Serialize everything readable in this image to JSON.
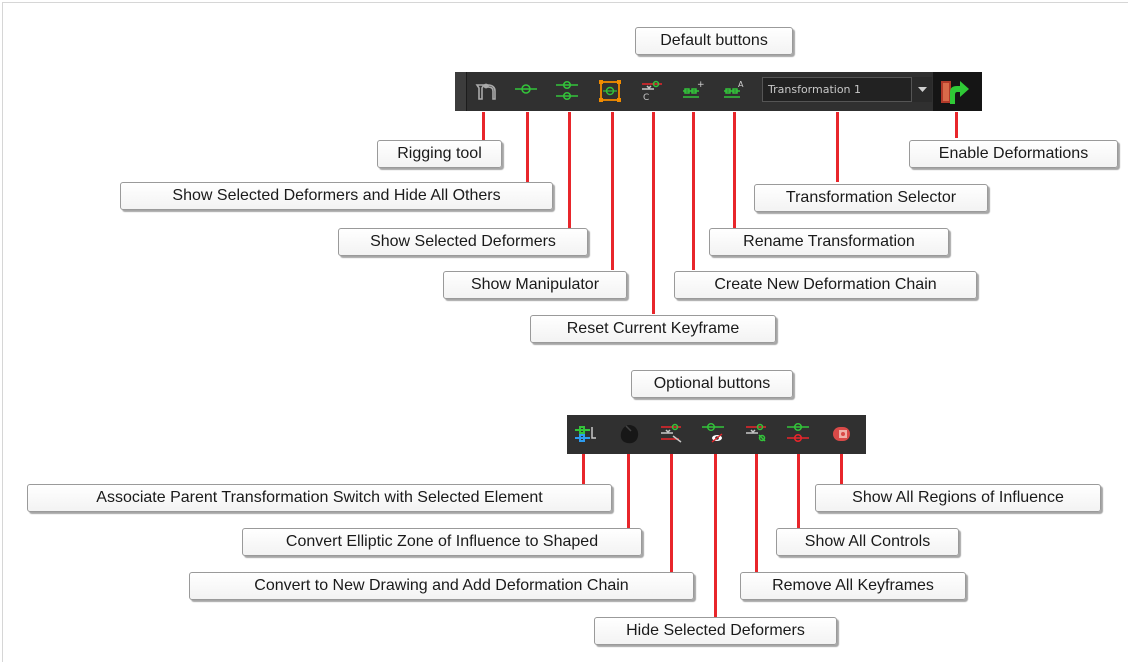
{
  "default_section": {
    "heading": "Default buttons",
    "dropdown": {
      "value": "Transformation 1"
    },
    "callouts": {
      "rigging_tool": "Rigging tool",
      "show_selected_hide_others": "Show Selected Deformers and Hide All Others",
      "show_selected": "Show Selected Deformers",
      "show_manipulator": "Show Manipulator",
      "reset_keyframe": "Reset Current Keyframe",
      "create_chain": "Create New Deformation Chain",
      "rename_transformation": "Rename Transformation",
      "transformation_selector": "Transformation Selector",
      "enable_deformations": "Enable Deformations"
    },
    "icons": [
      "rigging-tool-icon",
      "show-selected-hide-others-icon",
      "show-selected-deformers-icon",
      "show-manipulator-icon",
      "reset-current-keyframe-icon",
      "create-deformation-chain-icon",
      "rename-transformation-icon",
      "enable-deformations-icon"
    ]
  },
  "optional_section": {
    "heading": "Optional buttons",
    "callouts": {
      "associate_parent": "Associate Parent Transformation Switch with Selected Element",
      "convert_elliptic": "Convert Elliptic Zone of Influence to Shaped",
      "convert_new_drawing": "Convert to New Drawing and Add Deformation Chain",
      "hide_selected": "Hide Selected Deformers",
      "remove_keyframes": "Remove All Keyframes",
      "show_controls": "Show All Controls",
      "show_regions": "Show All Regions of Influence"
    },
    "icons": [
      "associate-parent-switch-icon",
      "convert-elliptic-zone-icon",
      "convert-new-drawing-icon",
      "hide-selected-deformers-icon",
      "remove-all-keyframes-icon",
      "show-all-controls-icon",
      "show-regions-of-influence-icon"
    ]
  },
  "colors": {
    "leader": "#e8262b",
    "toolbar": "#303030",
    "green": "#33c43a",
    "orange": "#f28c00",
    "red": "#e8262b"
  }
}
